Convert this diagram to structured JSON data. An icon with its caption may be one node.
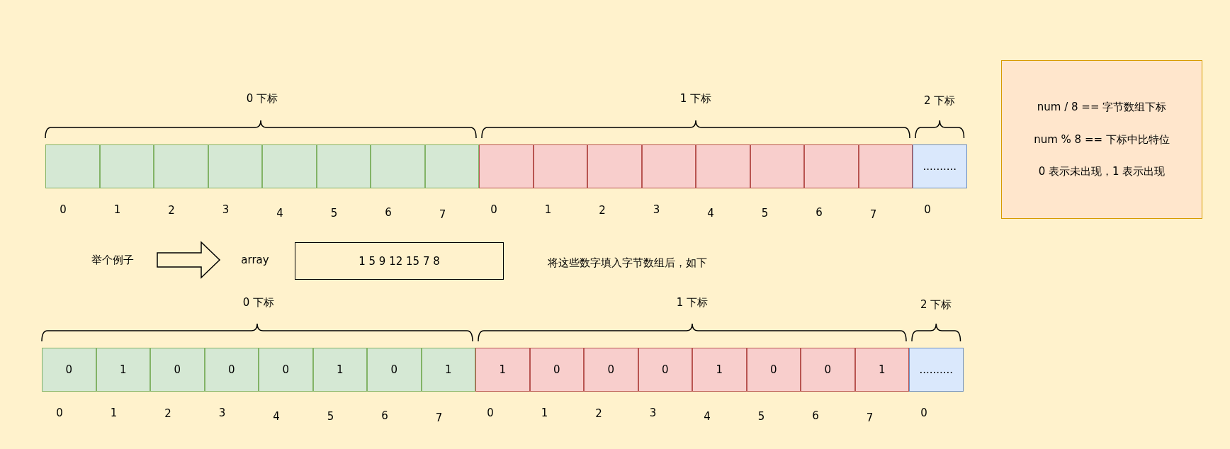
{
  "diagram": {
    "nodes": [
      {
        "text": [],
        "shape": "box"
      },
      {
        "text": [],
        "shape": "box"
      },
      {
        "text": [],
        "shape": "box"
      },
      {
        "text": [],
        "shape": "box"
      },
      {
        "text": [],
        "shape": "box"
      },
      {
        "text": [],
        "shape": "box"
      },
      {
        "text": [],
        "shape": "box"
      },
      {
        "text": [],
        "shape": "box"
      },
      {
        "text": [],
        "shape": "box"
      },
      {
        "text": [],
        "shape": "box"
      },
      {
        "text": [],
        "shape": "box"
      },
      {
        "text": [],
        "shape": "box"
      },
      {
        "text": [],
        "shape": "box"
      },
      {
        "text": [],
        "shape": "box"
      },
      {
        "text": [],
        "shape": "box"
      },
      {
        "text": [],
        "shape": "box"
      },
      {
        "text": [
          ".........."
        ]
      },
      {
        "text": [
          "num / 8 == 字节数组下标",
          "num % 8 == 下标中比特位",
          "0 表示未出现，1 表示出现"
        ]
      },
      {
        "text": [
          "举个例子"
        ]
      },
      {
        "text": [
          "array"
        ]
      },
      {
        "text": [
          "1  5  9  12  15  7  8"
        ]
      },
      {
        "text": [
          "0"
        ]
      },
      {
        "text": [
          "1"
        ]
      },
      {
        "text": [
          "0"
        ]
      },
      {
        "text": [
          "0"
        ]
      },
      {
        "text": [
          "0"
        ]
      },
      {
        "text": [
          "1"
        ]
      },
      {
        "text": [
          "0"
        ]
      },
      {
        "text": [
          "1"
        ]
      },
      {
        "text": [
          "1"
        ]
      },
      {
        "text": [
          "0"
        ]
      },
      {
        "text": [
          "0"
        ]
      },
      {
        "text": [
          "0"
        ]
      },
      {
        "text": [
          "1"
        ]
      },
      {
        "text": [
          "0"
        ]
      },
      {
        "text": [
          "0"
        ]
      },
      {
        "text": [
          "1"
        ]
      },
      {
        "text": [
          ".........."
        ]
      }
    ],
    "edges": [
      {
        "from": 18,
        "to": 19,
        "arrow": "to"
      }
    ],
    "labels": [
      "0 下标",
      "1 下标",
      "2 下标",
      "0",
      "1",
      "2",
      "3",
      "4",
      "5",
      "6",
      "7",
      "0",
      "1",
      "2",
      "3",
      "4",
      "5",
      "6",
      "7",
      "0",
      "将这些数字填入字节数组后，如下",
      "0 下标",
      "1 下标",
      "2 下标",
      "0",
      "1",
      "2",
      "3",
      "4",
      "5",
      "6",
      "7",
      "0",
      "1",
      "2",
      "3",
      "4",
      "5",
      "6",
      "7",
      "0"
    ]
  }
}
